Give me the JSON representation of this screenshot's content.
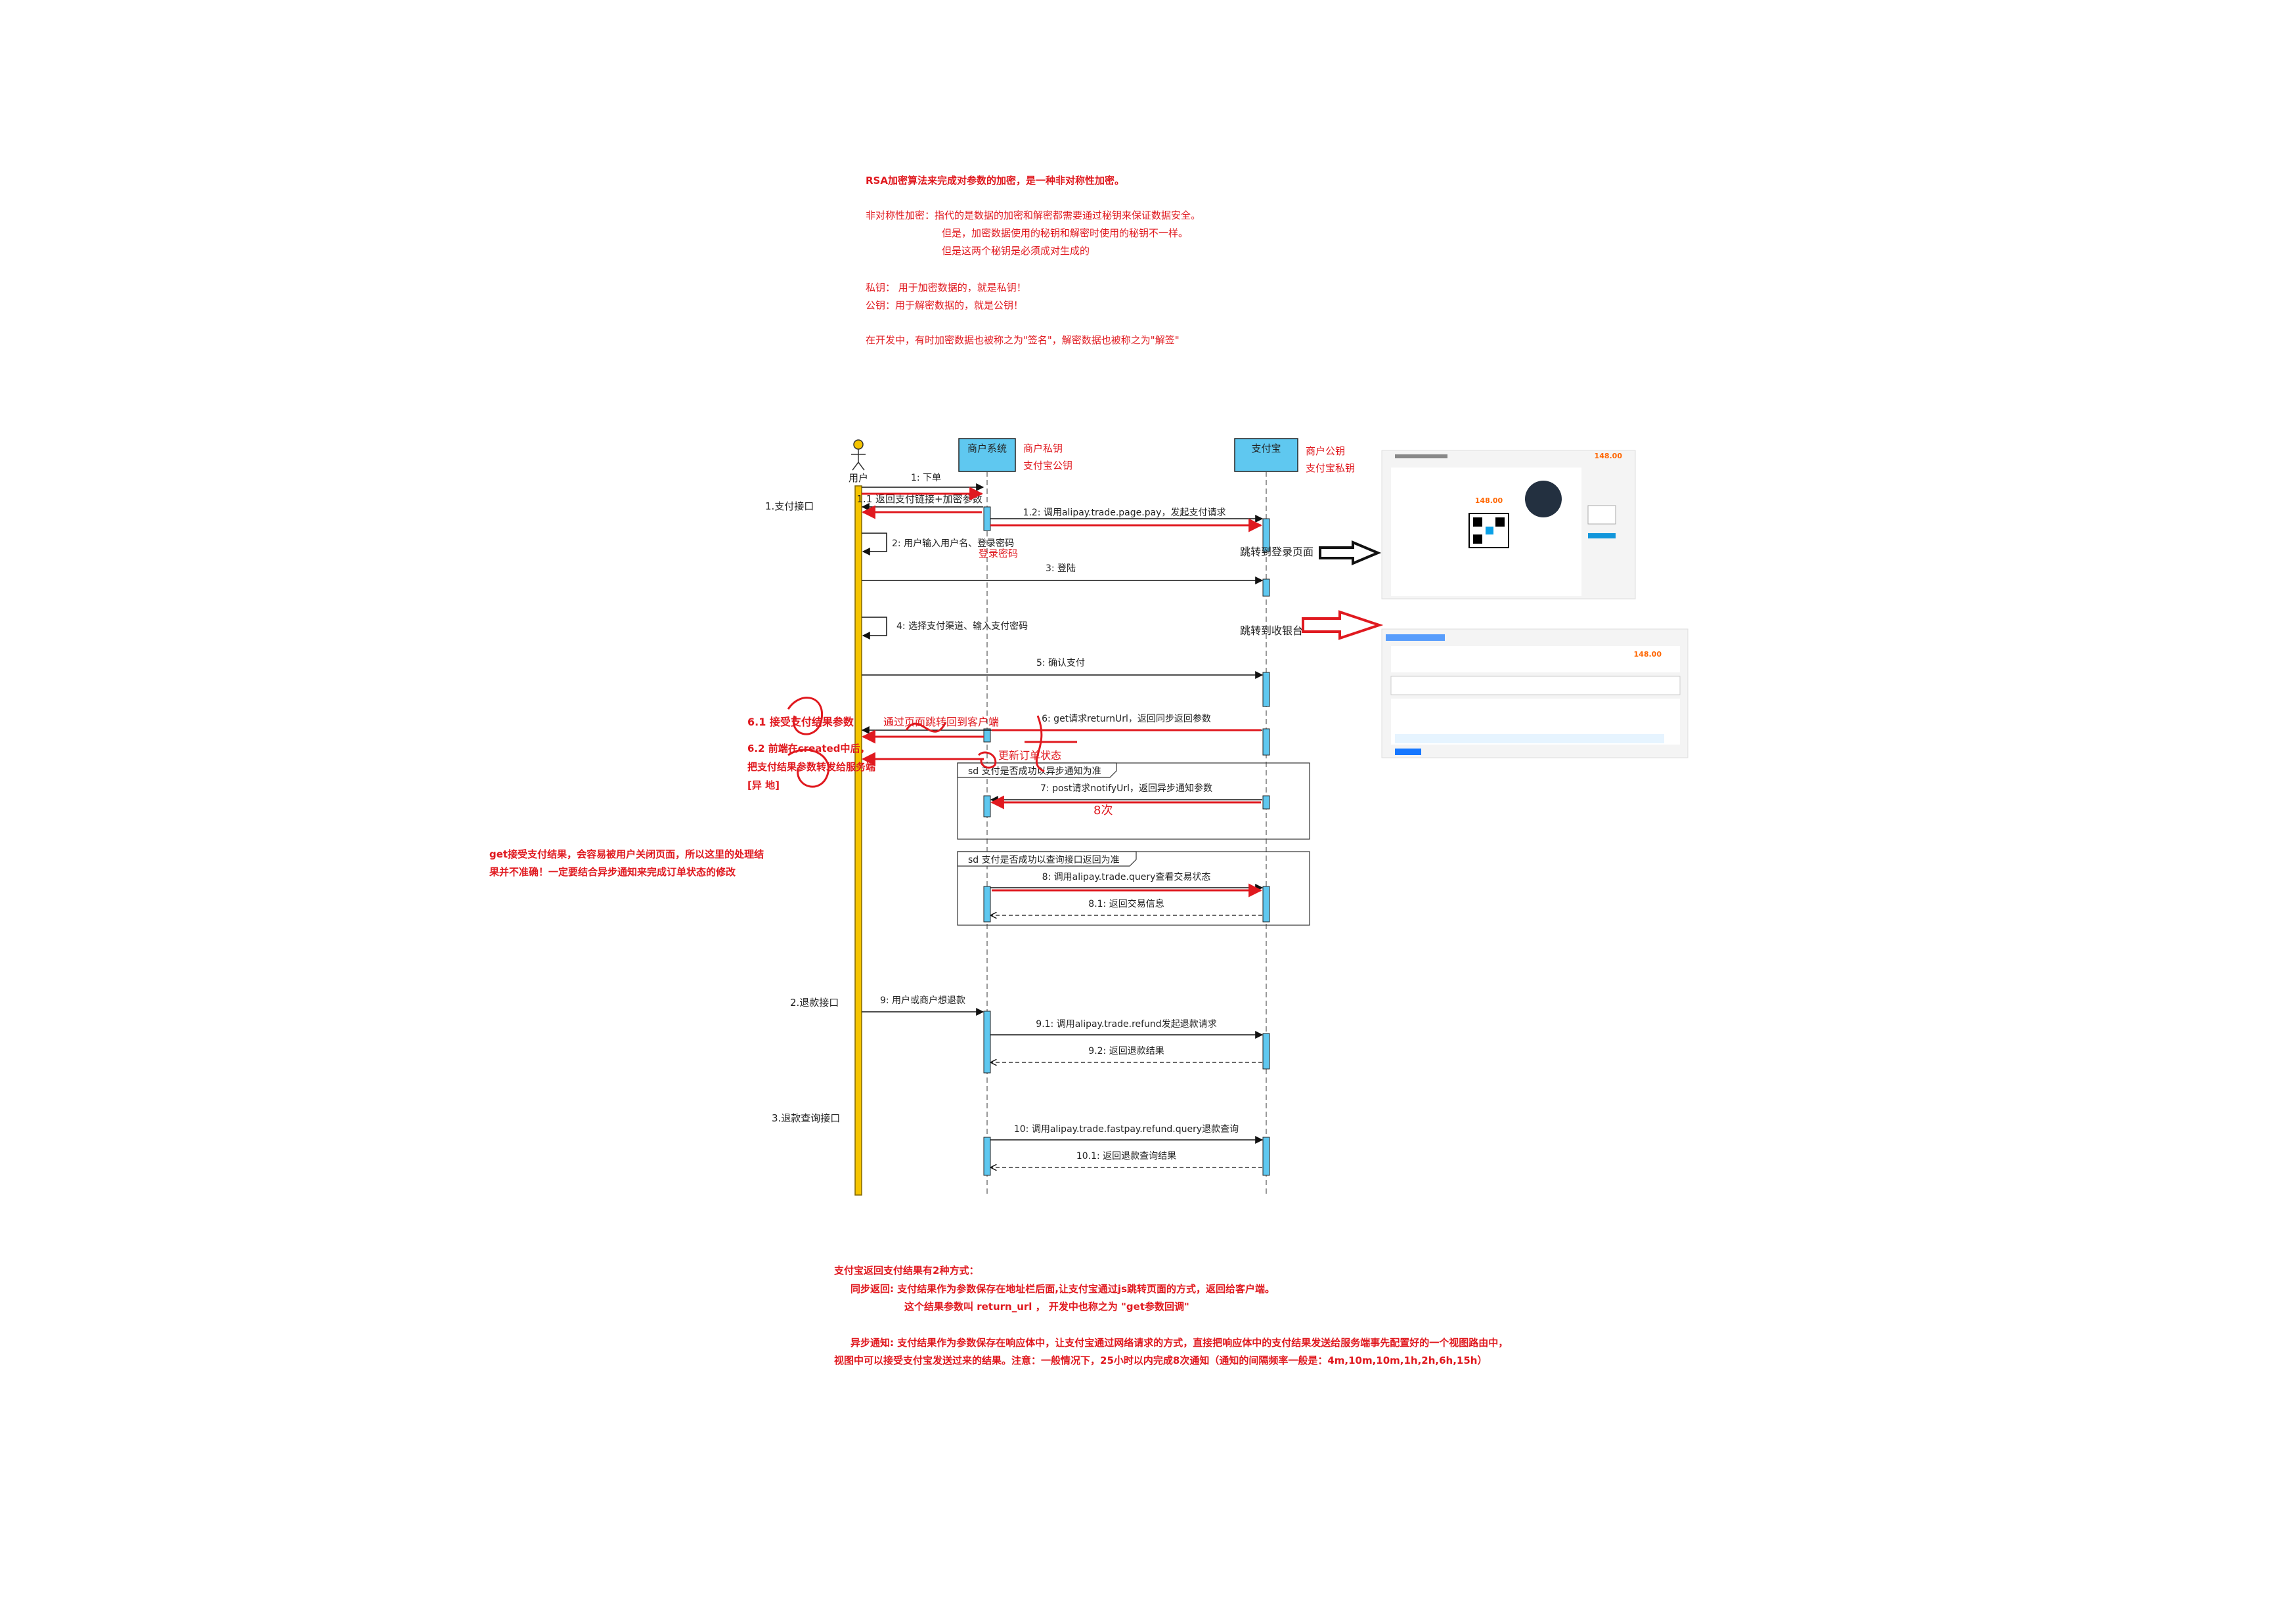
{
  "notes": {
    "rsa_intro": "RSA加密算法来完成对参数的加密，是一种非对称性加密。",
    "asym_1": "非对称性加密：指代的是数据的加密和解密都需要通过秘钥来保证数据安全。",
    "asym_2": "但是，加密数据使用的秘钥和解密时使用的秘钥不一样。",
    "asym_3": "但是这两个秘钥是必须成对生成的",
    "private_key": "私钥：  用于加密数据的，就是私钥！",
    "public_key": "公钥：用于解密数据的，就是公钥！",
    "sign_note": "在开发中，有时加密数据也被称之为\"签名\"，解密数据也被称之为\"解签\"",
    "get_note": "get接受支付结果，会容易被用户关闭页面，所以这里的处理结果并不准确！一定要结合异步通知来完成订单状态的修改",
    "bottom_title": "支付宝返回支付结果有2种方式：",
    "sync_1": "同步返回:  支付结果作为参数保存在地址栏后面,让支付宝通过js跳转页面的方式，返回给客户端。",
    "sync_2": "这个结果参数叫 return_url ， 开发中也称之为 \"get参数回调\"",
    "async": "异步通知: 支付结果作为参数保存在响应体中，让支付宝通过网络请求的方式，直接把响应体中的支付结果发送给服务端事先配置好的一个视图路由中，视图中可以接受支付宝发送过来的结果。注意：一般情况下，25小时以内完成8次通知（通知的间隔频率一般是：4m,10m,10m,1h,2h,6h,15h）"
  },
  "diagram": {
    "actor_user": "用户",
    "merchant": "商户系统",
    "alipay": "支付宝",
    "merchant_keys_1": "商户私钥",
    "merchant_keys_2": "支付宝公钥",
    "alipay_keys_1": "商户公钥",
    "alipay_keys_2": "支付宝私钥",
    "section_pay": "1.支付接口",
    "section_refund": "2.退款接口",
    "section_refund_query": "3.退款查询接口",
    "msg_1": "1: 下单",
    "msg_1_1": "1.1 返回支付链接+加密参数",
    "msg_1_2": "1.2: 调用alipay.trade.page.pay，发起支付请求",
    "msg_2": "2: 用户输入用户名、登录密码",
    "msg_2_red": "登录密码",
    "msg_3": "3: 登陆",
    "msg_4": "4: 选择支付渠道、输入支付密码",
    "msg_5": "5: 确认支付",
    "msg_6": "6: get请求returnUrl，返回同步返回参数",
    "msg_8": "8: 调用alipay.trade.query查看交易状态",
    "msg_8_1": "8.1: 返回交易信息",
    "msg_7": "7: post请求notifyUrl，返回异步通知参数",
    "msg_9": "9: 用户或商户想退款",
    "msg_9_1": "9.1: 调用alipay.trade.refund发起退款请求",
    "msg_9_2": "9.2: 返回退款结果",
    "msg_10": "10: 调用alipay.trade.fastpay.refund.query退款查询",
    "msg_10_1": "10.1: 返回退款查询结果",
    "fragment_async": "sd 支付是否成功以异步通知为准",
    "fragment_query": "sd 支付是否成功以查询接口返回为准",
    "jump_login": "跳转到登录页面",
    "jump_cashier": "跳转到收银台",
    "red_6_1": "6.1 接受支付结果参数",
    "red_6_2": "6.2 前端在created中后，把支付结果参数转发给服务端[异 地]",
    "red_redirect": "通过页面跳转回到客户端",
    "red_update": "更新订单状态",
    "red_8x": "8次"
  },
  "screenshots": {
    "login_price": "148.00",
    "cashier_price": "148.00"
  }
}
